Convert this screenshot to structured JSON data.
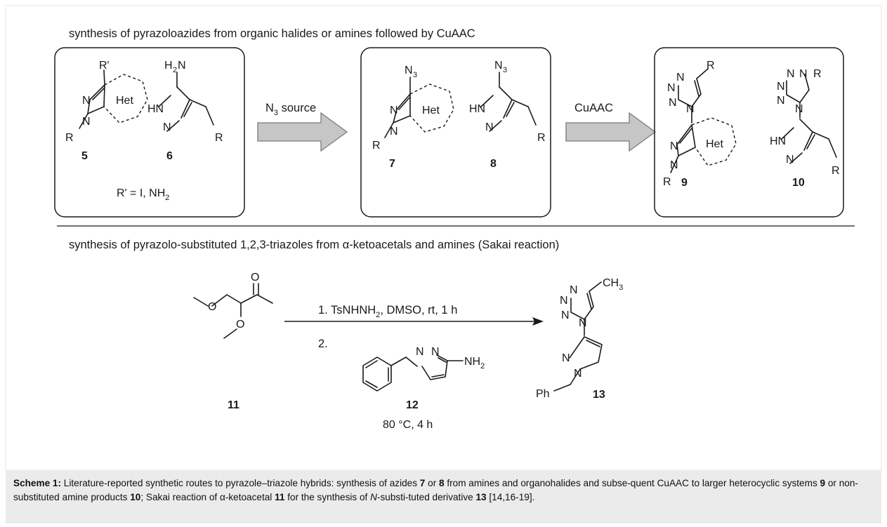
{
  "top_section": {
    "title": "synthesis of pyrazoloazides from organic halides or amines followed by CuAAC",
    "arrow1_label_pre": "N",
    "arrow1_label_sub": "3",
    "arrow1_label_post": " source",
    "arrow2_label": "CuAAC",
    "box1": {
      "cmpd5": "5",
      "cmpd6": "6",
      "condition_pre": "R' = I, NH",
      "condition_sub": "2"
    },
    "box2": {
      "cmpd7": "7",
      "cmpd8": "8"
    },
    "box3": {
      "cmpd9": "9",
      "cmpd10": "10"
    }
  },
  "bottom_section": {
    "title": "synthesis of pyrazolo-substituted 1,2,3-triazoles from α-ketoacetals and amines (Sakai reaction)",
    "step1_pre": "1. TsNHNH",
    "step1_sub": "2",
    "step1_post": ", DMSO, rt, 1 h",
    "step2": "2.",
    "cmpd11": "11",
    "cmpd12": "12",
    "cmpd13": "13",
    "conditions2": "80 °C, 4 h"
  },
  "atoms": {
    "R": "R",
    "Rp": "R'",
    "N": "N",
    "HN": "HN",
    "Het": "Het",
    "O": "O",
    "H2N_a": "H",
    "H2N_sub": "2",
    "H2N_b": "N",
    "N3_a": "N",
    "N3_sub": "3",
    "NH2_a": "NH",
    "NH2_sub": "2",
    "CH3_a": "CH",
    "CH3_sub": "3",
    "Ph": "Ph"
  },
  "caption": {
    "label": "Scheme 1:",
    "p1": " Literature-reported synthetic routes to pyrazole–triazole hybrids: synthesis of azides ",
    "b7": "7",
    "p2": " or ",
    "b8": "8",
    "p3": " from amines and organohalides and subse-quent CuAAC to larger heterocyclic systems ",
    "b9": "9",
    "p4": " or non-substituted amine products ",
    "b10": "10",
    "p5": "; Sakai reaction of α-ketoacetal ",
    "b11": "11",
    "p6": " for the synthesis of ",
    "i_n": "N",
    "p7": "-substi-tuted derivative ",
    "b13": "13",
    "p8": " [14,16-19]."
  }
}
